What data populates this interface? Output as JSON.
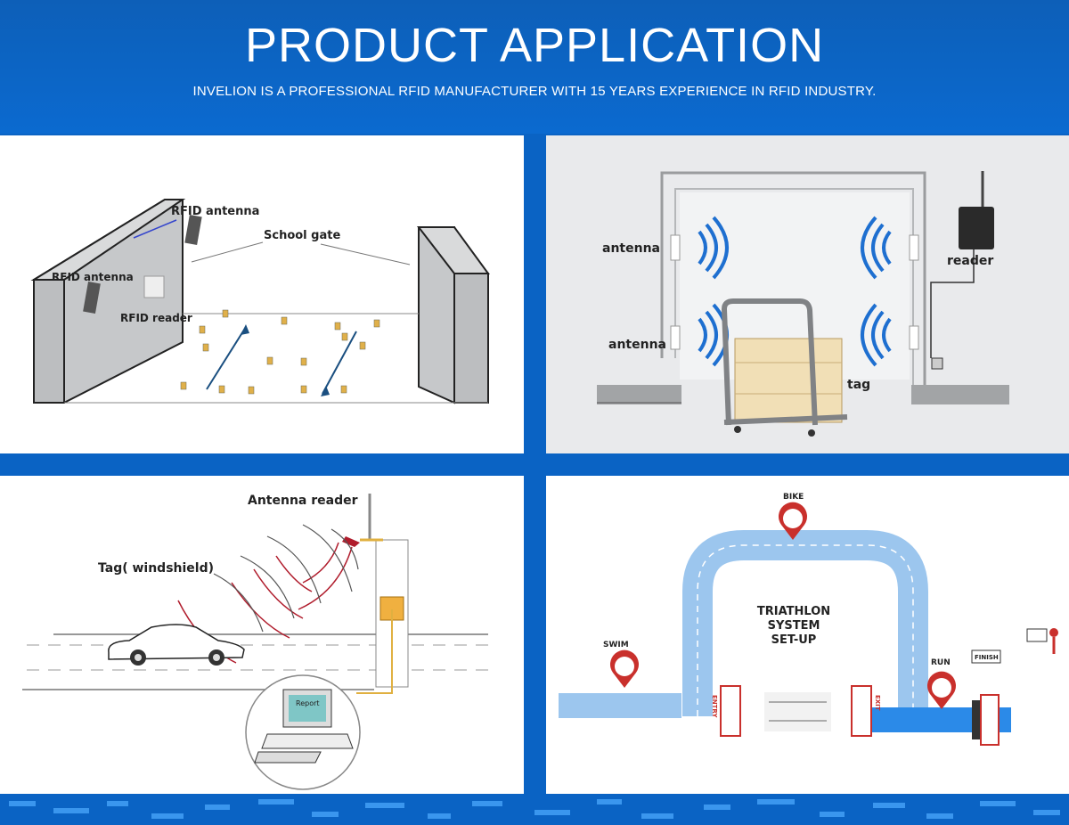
{
  "header": {
    "title": "PRODUCT APPLICATION",
    "subtitle": "INVELION IS A PROFESSIONAL RFID MANUFACTURER WITH 15 YEARS EXPERIENCE IN RFID INDUSTRY."
  },
  "panel_school": {
    "antenna_top": "RFID antenna",
    "antenna_left": "RFID antenna",
    "gate": "School gate",
    "reader": "RFID reader"
  },
  "panel_warehouse": {
    "antenna_top": "antenna",
    "antenna_bottom": "antenna",
    "reader": "reader",
    "tag": "tag"
  },
  "panel_vehicle": {
    "antenna_reader": "Antenna reader",
    "tag": "Tag( windshield)",
    "screen": "Report"
  },
  "panel_triathlon": {
    "bike": "BIKE",
    "swim": "SWIM",
    "run": "RUN",
    "title_line1": "TRIATHLON",
    "title_line2": "SYSTEM",
    "title_line3": "SET-UP",
    "finish": "FINISH",
    "entry": "ENTRY",
    "exit": "EXIT"
  },
  "colors": {
    "brand_blue": "#0a63c4",
    "track_blue": "#9cc6ee",
    "marker_red": "#c9302c",
    "wave_blue": "#1e6fd0"
  }
}
